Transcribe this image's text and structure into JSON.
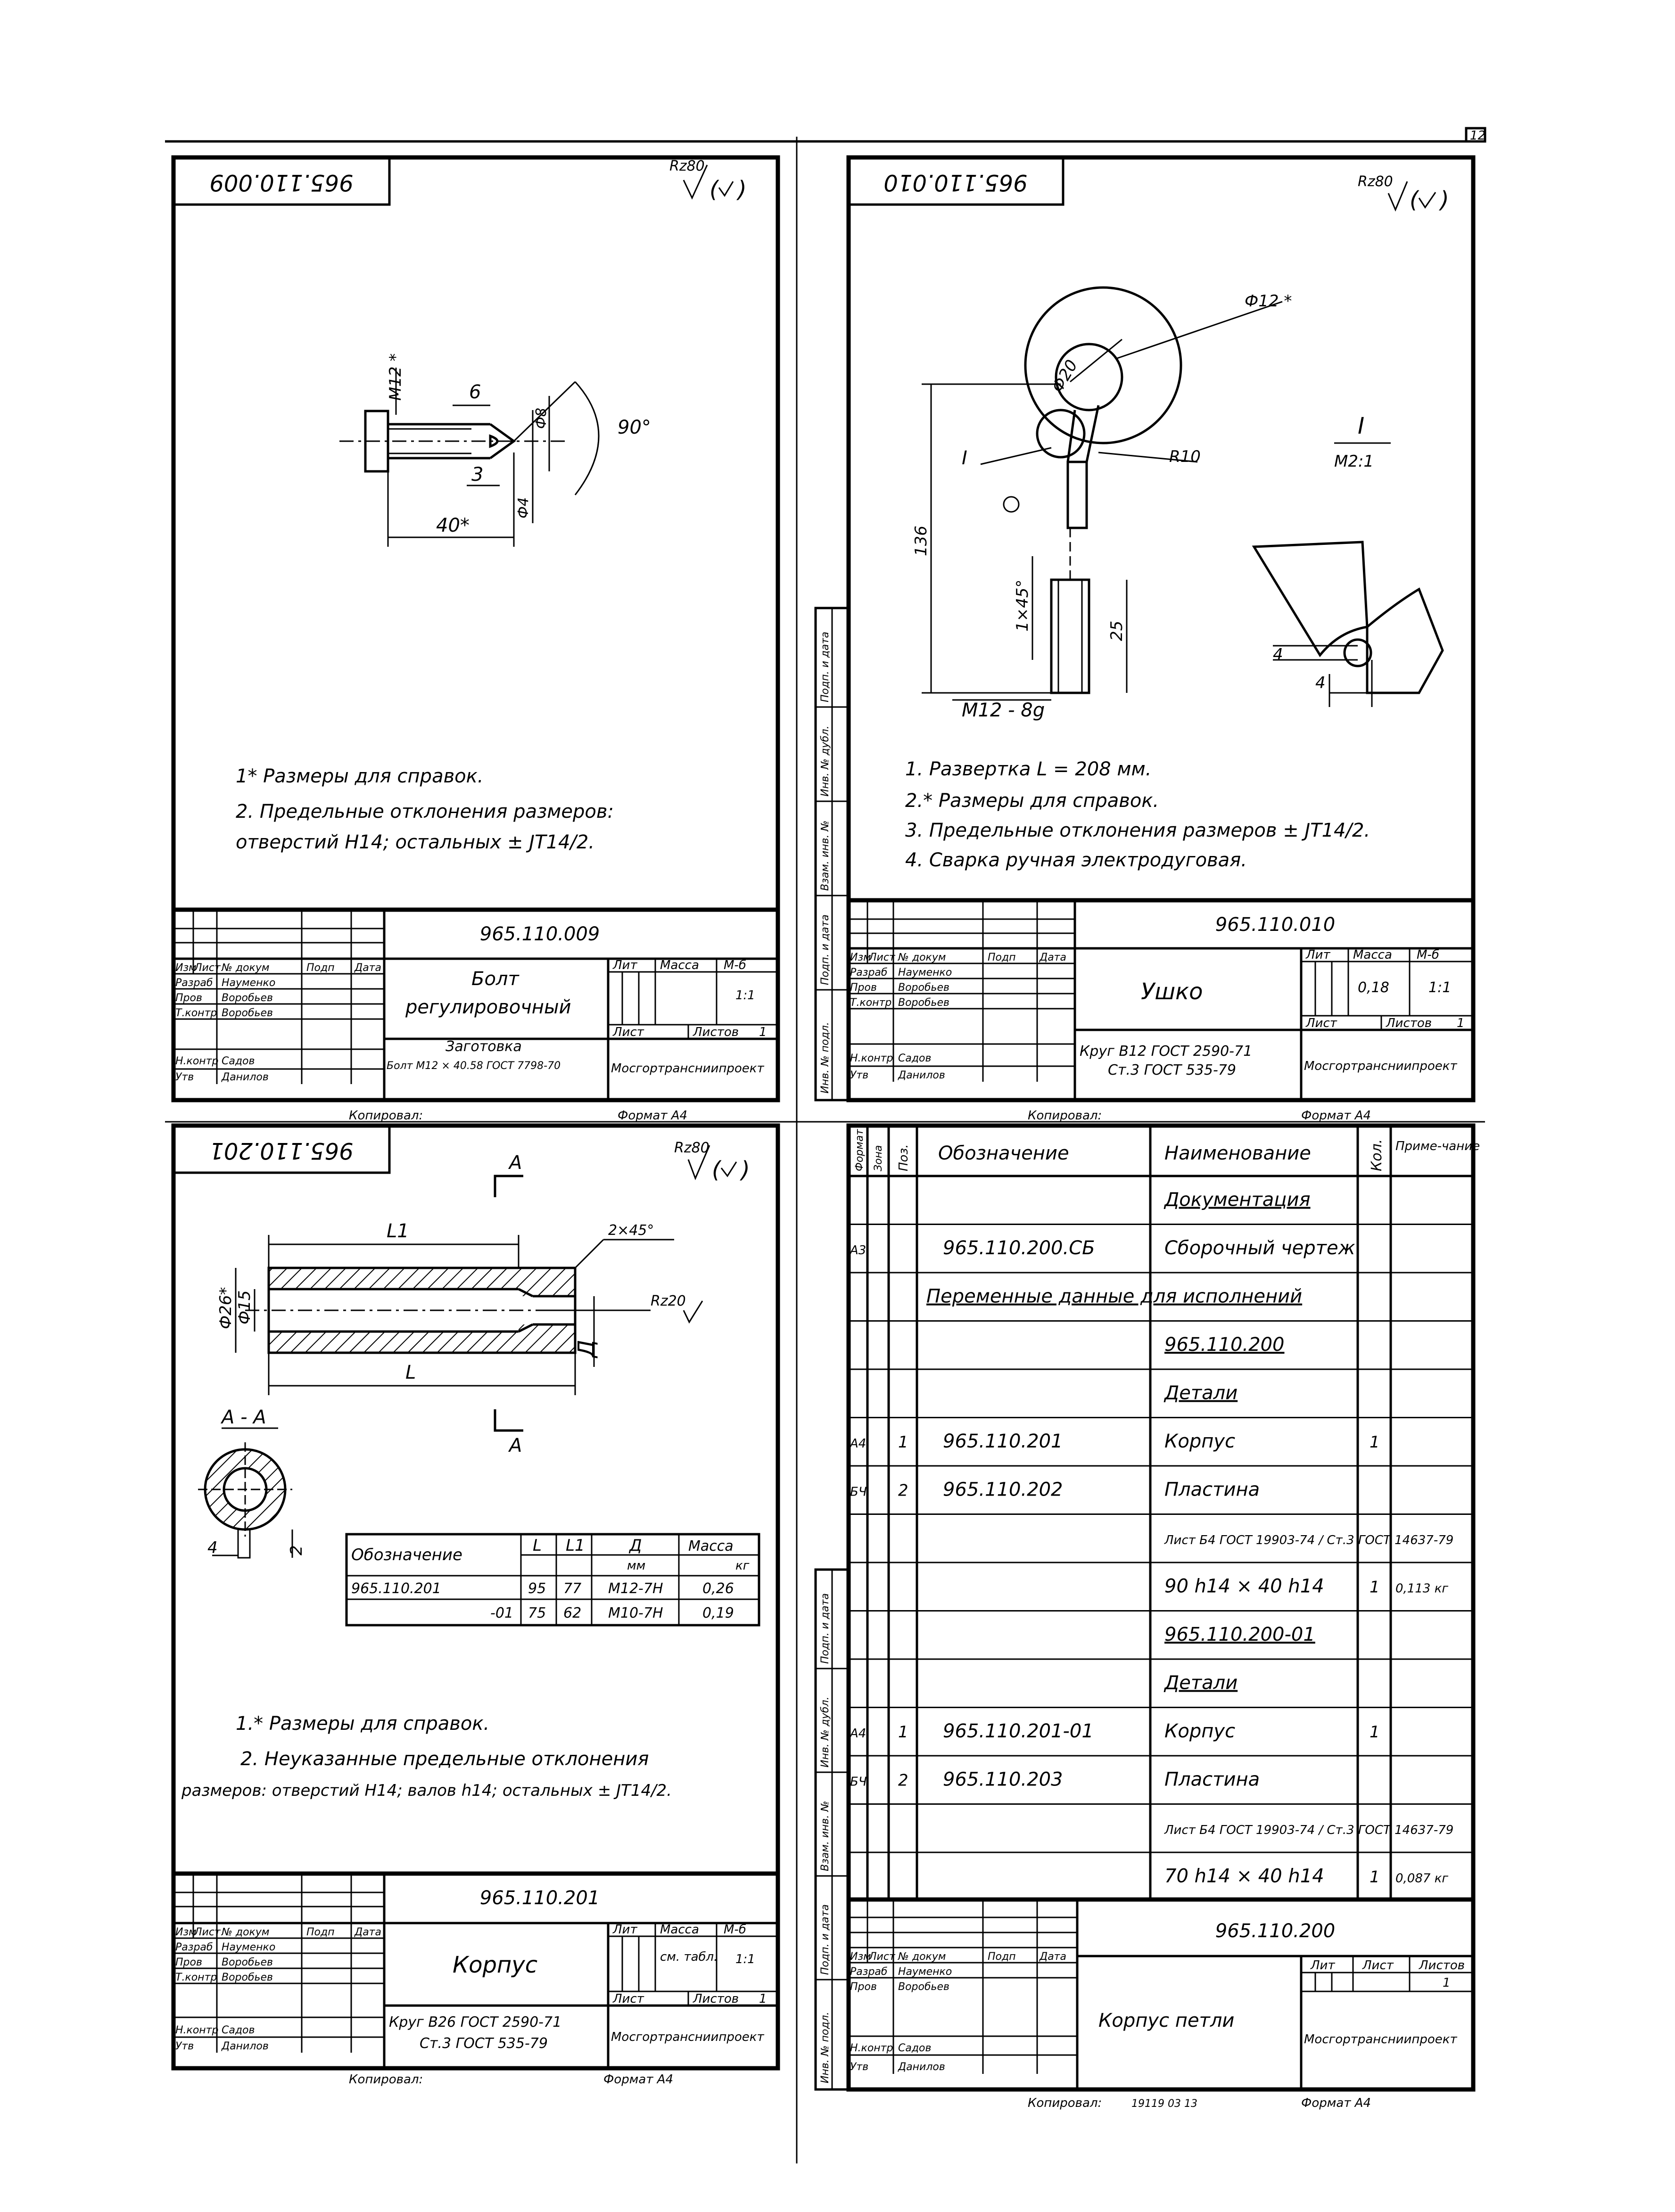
{
  "sheet_number": "12",
  "common": {
    "roughness": "Rz80",
    "col_izm": "Изм",
    "col_list": "Лист",
    "col_doc": "№ докум",
    "col_sign": "Подп",
    "col_date": "Дата",
    "role_dev": "Разраб",
    "role_check": "Пров",
    "role_tcontrol": "Т.контр",
    "role_ncontrol": "Н.контр",
    "role_approve": "Утв",
    "name_dev": "Науменко",
    "name_check": "Воробьев",
    "name_tcontrol": "Воробьев",
    "name_ncontrol": "Садов",
    "name_approve": "Данилов",
    "lit": "Лит",
    "mass": "Масса",
    "scale": "М-б",
    "sheet": "Лист",
    "sheets": "Листов",
    "org": "Мосгортрансниипроект",
    "copied": "Копировал:",
    "format": "Формат А4"
  },
  "side_stamp": {
    "labels": [
      "Инв. № подл.",
      "Подп. и дата",
      "Взам. инв. №",
      "Инв. № дубл.",
      "Подп. и дата"
    ]
  },
  "sheet1": {
    "code": "965.110.009",
    "title_line1": "Болт",
    "title_line2": "регулировочный",
    "material_label": "Заготовка",
    "material": "Болт М12 × 40.58 ГОСТ 7798-70",
    "mass": "",
    "scale": "1:1",
    "sheets_count": "1",
    "dims": {
      "thread": "М12 *",
      "len": "40*",
      "d1": "6",
      "d2": "3",
      "d3": "Ф4",
      "d4": "Ф8",
      "angle": "90°"
    },
    "notes": [
      "1* Размеры для справок.",
      "2. Предельные отклонения размеров:",
      "отверстий Н14; остальных ± JT14/2."
    ]
  },
  "sheet2": {
    "code": "965.110.010",
    "title": "Ушко",
    "material_line1": "Круг В12 ГОСТ 2590-71",
    "material_line2": "Ст.3 ГОСТ 535-79",
    "mass": "0,18",
    "scale": "1:1",
    "sheets_count": "1",
    "dims": {
      "d12": "Ф12 *",
      "d20": "Ф20",
      "r10": "R10",
      "l136": "136",
      "l145": "1×45°",
      "l25": "25",
      "thread": "М12 - 8g",
      "view": "I",
      "view_scale": "М2:1",
      "four_a": "4",
      "four_b": "4"
    },
    "notes": [
      "1. Развертка L = 208 мм.",
      "2.* Размеры для справок.",
      "3. Предельные отклонения размеров ± JT14/2.",
      "4. Сварка ручная электродуговая."
    ]
  },
  "sheet3": {
    "code": "965.110.201",
    "title": "Корпус",
    "material_line1": "Круг В26 ГОСТ 2590-71",
    "material_line2": "Ст.3 ГОСТ 535-79",
    "mass": "см. табл.",
    "scale": "1:1",
    "sheets_count": "1",
    "dims": {
      "l1": "L1",
      "l": "L",
      "chamfer": "2×45°",
      "d26": "Ф26*",
      "d15": "Ф15",
      "rz20": "Rz20",
      "thread": "Д",
      "sec": "А - А",
      "a": "А",
      "four": "4",
      "two": "2"
    },
    "table": {
      "headers": [
        "Обозначение",
        "L",
        "L1",
        "Д",
        "Масса"
      ],
      "units_mm": "мм",
      "units_kg": "кг",
      "rows": [
        [
          "965.110.201",
          "95",
          "77",
          "М12-7Н",
          "0,26"
        ],
        [
          "-01",
          "75",
          "62",
          "М10-7Н",
          "0,19"
        ]
      ]
    },
    "notes": [
      "1.* Размеры для справок.",
      "2. Неуказанные предельные отклонения",
      "размеров: отверстий Н14; валов h14; остальных ± JT14/2."
    ]
  },
  "sheet4": {
    "code": "965.110.200",
    "title": "Корпус петли",
    "headers": {
      "format": "Формат",
      "zone": "Зона",
      "pos": "Поз.",
      "designation": "Обозначение",
      "name": "Наименование",
      "qty": "Кол.",
      "note": "Приме-чание"
    },
    "rows": [
      {
        "f": "",
        "p": "",
        "d": "",
        "n": "Документация",
        "q": "",
        "m": "",
        "u": true
      },
      {
        "f": "А3",
        "p": "",
        "d": "965.110.200.СБ",
        "n": "Сборочный чертеж",
        "q": "",
        "m": "",
        "u": false
      },
      {
        "f": "",
        "p": "",
        "d": "Переменные данные для исполнений",
        "n": "",
        "q": "",
        "m": "",
        "u": true,
        "span": true
      },
      {
        "f": "",
        "p": "",
        "d": "",
        "n": "965.110.200",
        "q": "",
        "m": "",
        "u": true
      },
      {
        "f": "",
        "p": "",
        "d": "",
        "n": "Детали",
        "q": "",
        "m": "",
        "u": true
      },
      {
        "f": "А4",
        "p": "1",
        "d": "965.110.201",
        "n": "Корпус",
        "q": "1",
        "m": "",
        "u": false
      },
      {
        "f": "БЧ",
        "p": "2",
        "d": "965.110.202",
        "n": "Пластина",
        "q": "",
        "m": "",
        "u": false
      },
      {
        "f": "",
        "p": "",
        "d": "",
        "n": "Лист Б4 ГОСТ 19903-74 / Ст.3 ГОСТ 14637-79",
        "q": "",
        "m": "",
        "u": false,
        "small": true
      },
      {
        "f": "",
        "p": "",
        "d": "",
        "n": "90 h14 × 40 h14",
        "q": "1",
        "m": "0,113 кг",
        "u": false
      },
      {
        "f": "",
        "p": "",
        "d": "",
        "n": "965.110.200-01",
        "q": "",
        "m": "",
        "u": true
      },
      {
        "f": "",
        "p": "",
        "d": "",
        "n": "Детали",
        "q": "",
        "m": "",
        "u": true
      },
      {
        "f": "А4",
        "p": "1",
        "d": "965.110.201-01",
        "n": "Корпус",
        "q": "1",
        "m": "",
        "u": false
      },
      {
        "f": "БЧ",
        "p": "2",
        "d": "965.110.203",
        "n": "Пластина",
        "q": "",
        "m": "",
        "u": false
      },
      {
        "f": "",
        "p": "",
        "d": "",
        "n": "Лист Б4 ГОСТ 19903-74 / Ст.3 ГОСТ 14637-79",
        "q": "",
        "m": "",
        "u": false,
        "small": true
      },
      {
        "f": "",
        "p": "",
        "d": "",
        "n": "70 h14 × 40 h14",
        "q": "1",
        "m": "0,087 кг",
        "u": false
      }
    ],
    "copied_value": "19119 03 13",
    "lit": "Лит",
    "sheet": "Лист",
    "sheets": "Листов",
    "sheets_count": "1"
  }
}
